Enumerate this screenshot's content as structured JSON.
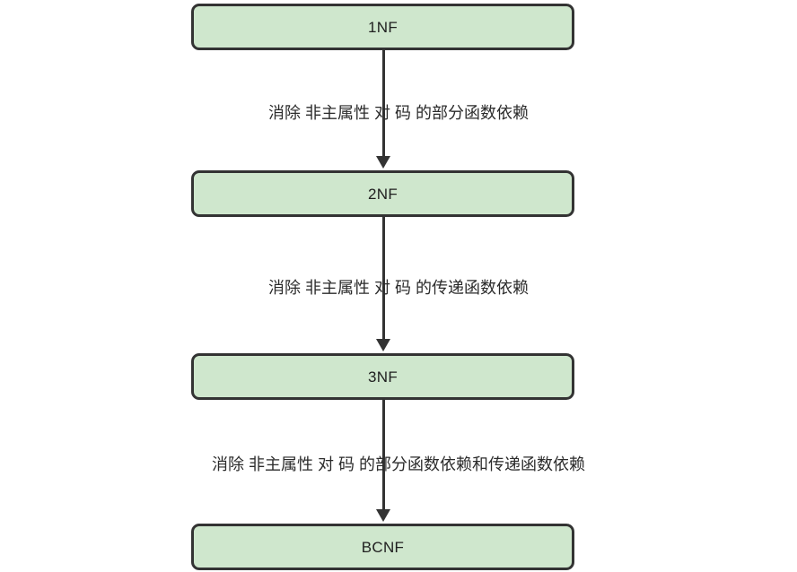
{
  "diagram": {
    "type": "flowchart",
    "orientation": "top-to-bottom",
    "background_color": "#ffffff",
    "node_fill_color": "#cfe7cd",
    "node_border_color": "#333333",
    "edge_color": "#333333",
    "text_color": "#2b2b2b",
    "nodes": [
      {
        "id": "1nf",
        "label": "1NF"
      },
      {
        "id": "2nf",
        "label": "2NF"
      },
      {
        "id": "3nf",
        "label": "3NF"
      },
      {
        "id": "bcnf",
        "label": "BCNF"
      }
    ],
    "edges": [
      {
        "from": "1nf",
        "to": "2nf",
        "label": "消除 非主属性 对 码 的部分函数依赖"
      },
      {
        "from": "2nf",
        "to": "3nf",
        "label": "消除 非主属性 对 码 的传递函数依赖"
      },
      {
        "from": "3nf",
        "to": "bcnf",
        "label": "消除 非主属性 对 码 的部分函数依赖和传递函数依赖"
      }
    ]
  }
}
